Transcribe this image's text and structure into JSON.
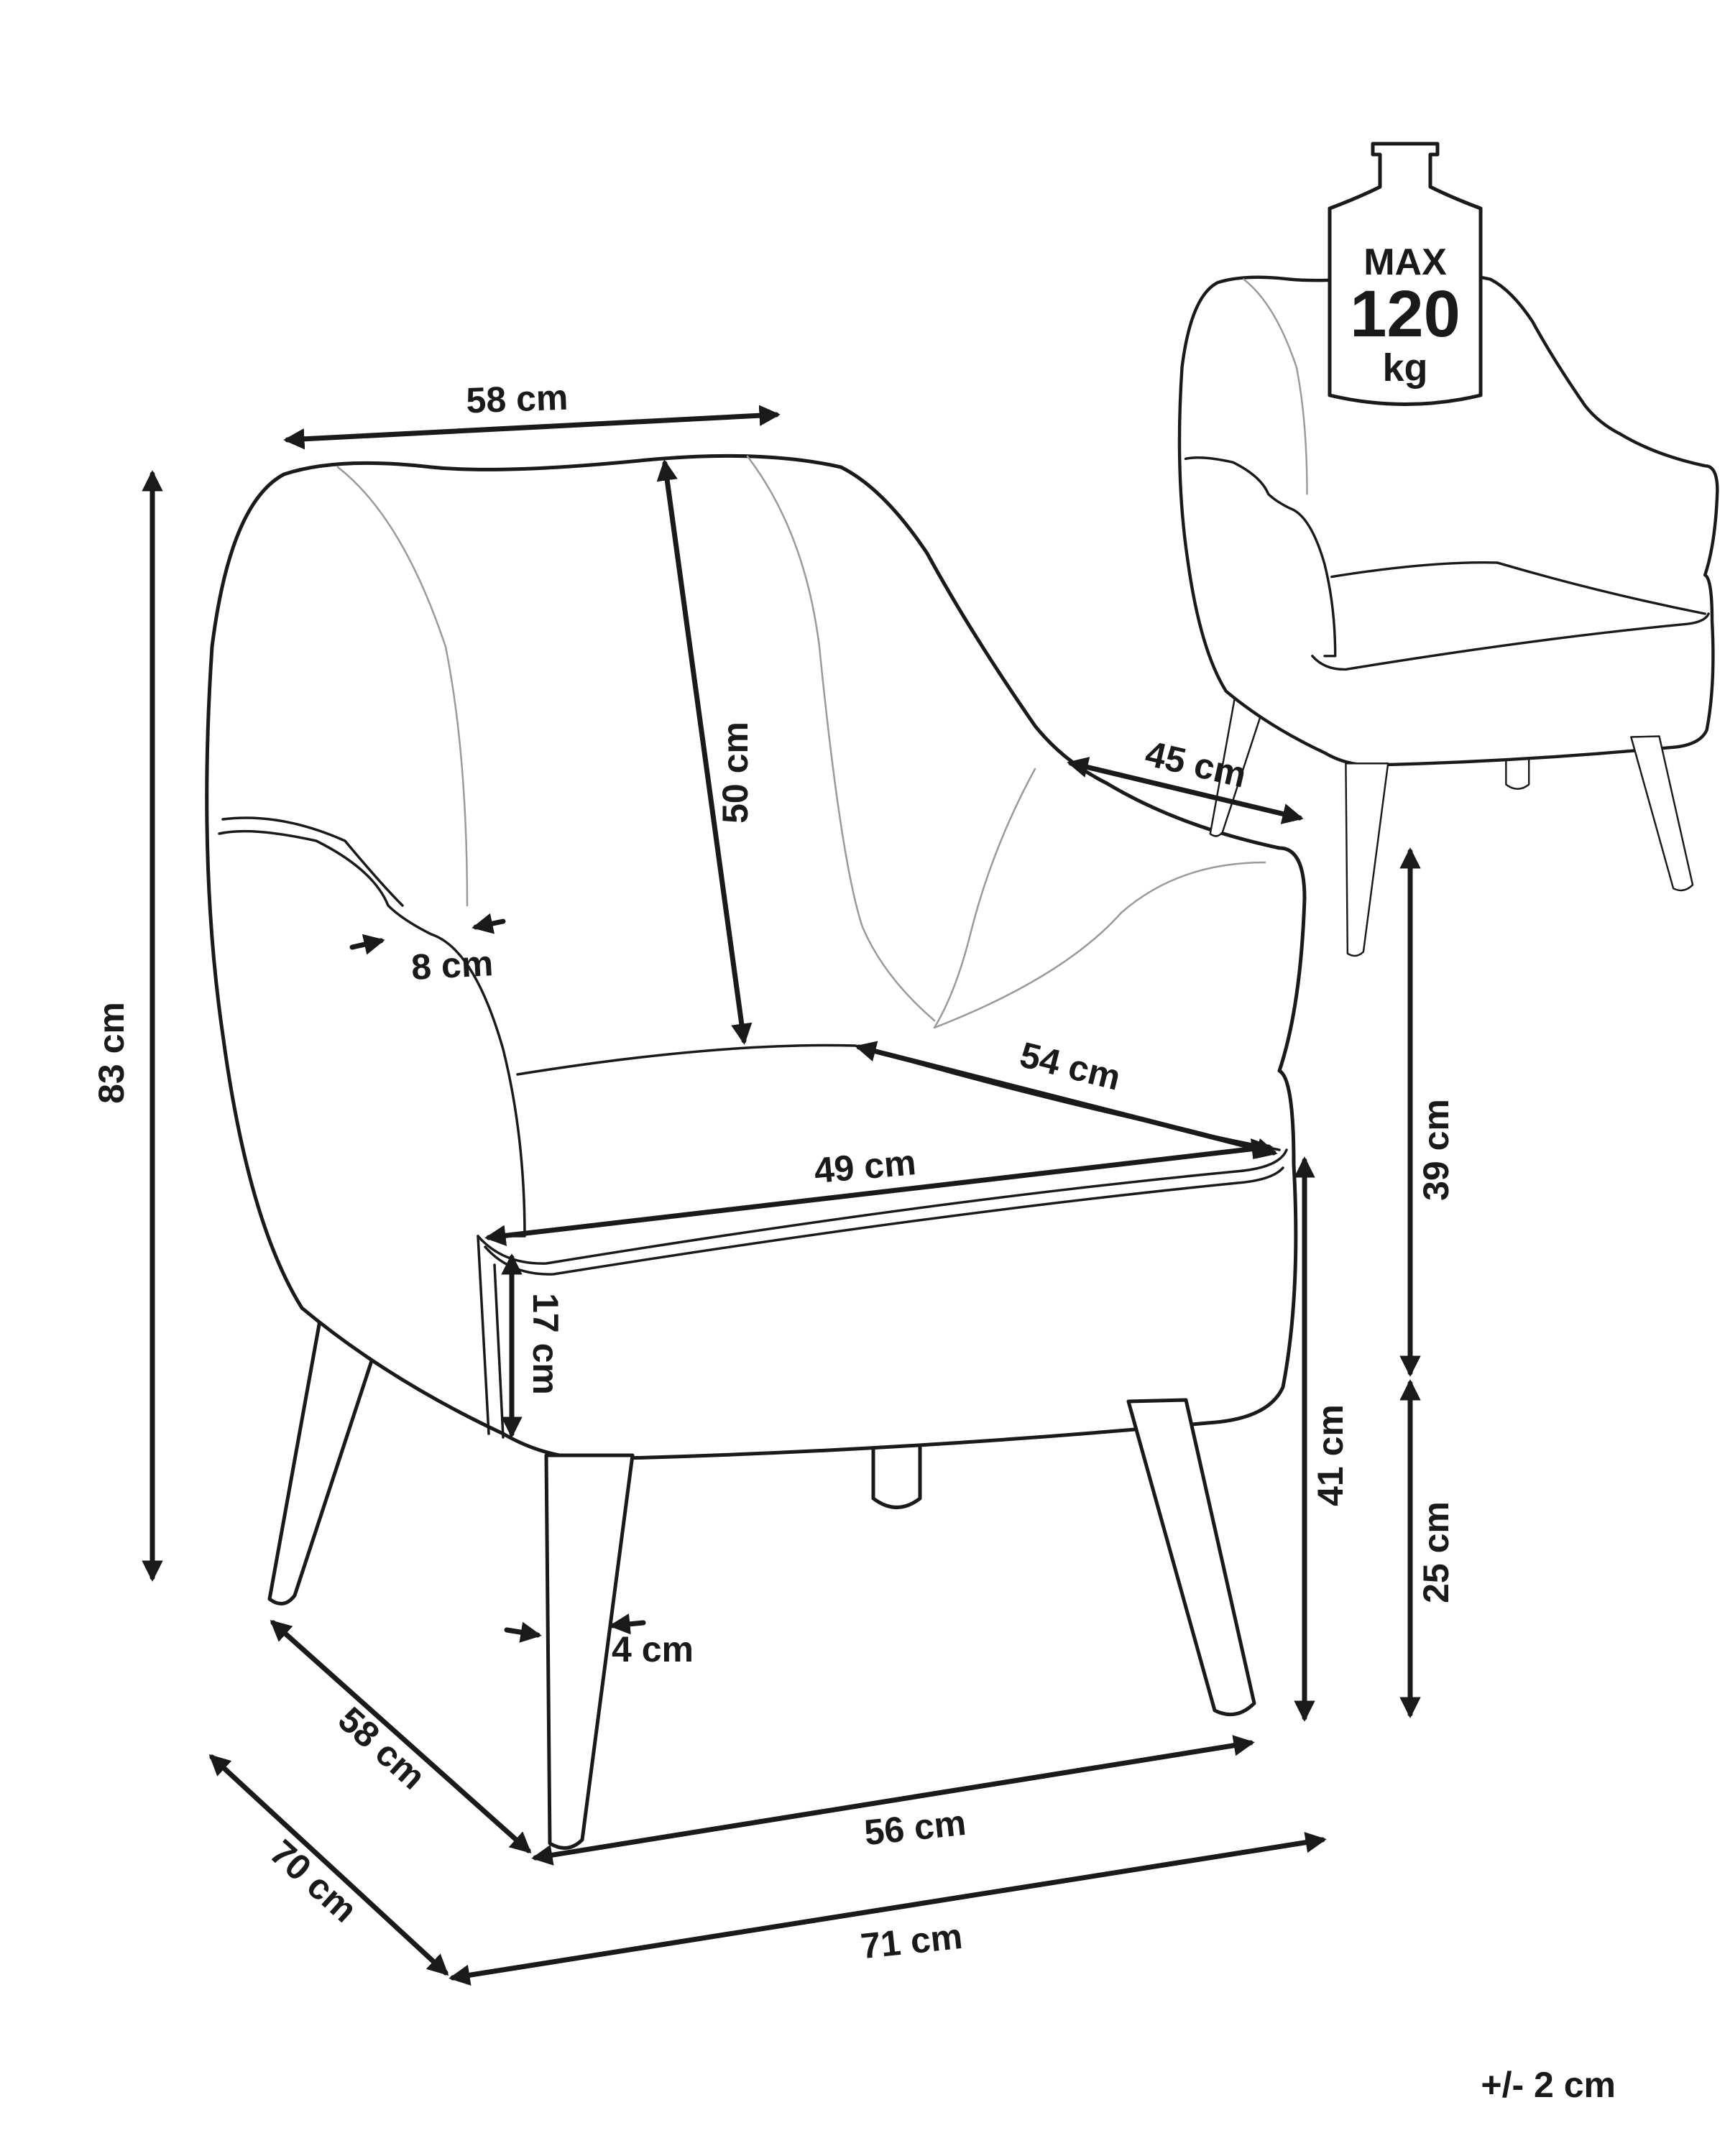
{
  "dimensions": {
    "backrest_width": "58 cm",
    "total_height": "83 cm",
    "backrest_height": "50 cm",
    "armrest_depth": "45 cm",
    "armrest_width": "8 cm",
    "seat_depth": "54 cm",
    "seat_width": "49 cm",
    "cushion_height": "17 cm",
    "armrest_height_above_seat": "39 cm",
    "seat_height": "41 cm",
    "leg_height": "25 cm",
    "leg_width": "4 cm",
    "base_depth": "58 cm",
    "base_width": "56 cm",
    "total_depth": "70 cm",
    "total_width": "71 cm"
  },
  "load_badge": {
    "line1": "MAX",
    "line2": "120",
    "line3": "kg"
  },
  "tolerance": "+/- 2 cm",
  "colors": {
    "ink": "#1a1a1a",
    "seam": "#9a9a9a",
    "background": "#ffffff"
  }
}
